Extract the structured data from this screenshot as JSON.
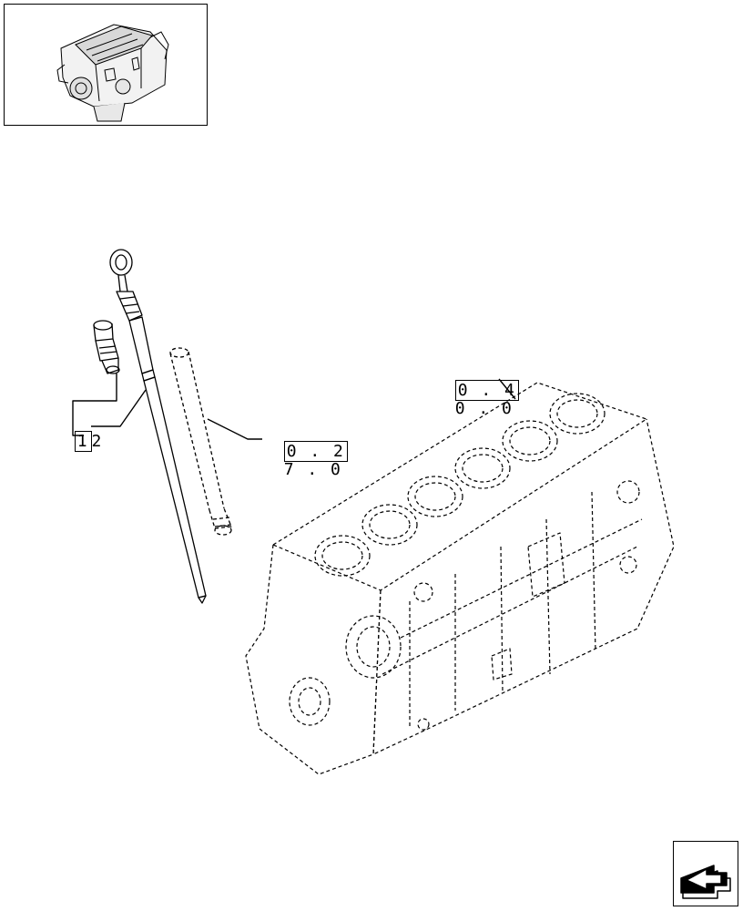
{
  "thumbnail": {
    "icon": "engine-thumbnail-icon"
  },
  "callouts": {
    "part_item_box": "1",
    "part_item_num": "2",
    "dipstick_tube_ref_box": "0 . 2",
    "dipstick_tube_ref_rest": "7 . 0",
    "engine_block_ref_box": "0 . 4",
    "engine_block_ref_rest": "0 . 0"
  },
  "navigation": {
    "icon": "next-page-arrow-icon"
  }
}
